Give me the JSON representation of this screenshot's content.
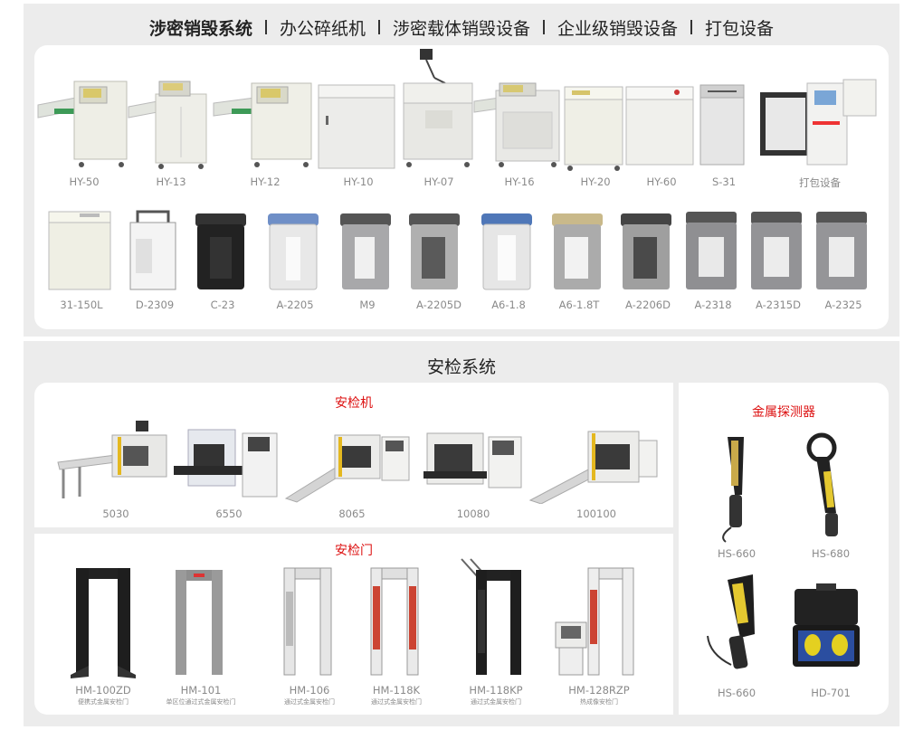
{
  "top_nav": {
    "items": [
      {
        "label": "涉密销毁系统",
        "active": true
      },
      {
        "label": "办公碎纸机",
        "active": false
      },
      {
        "label": "涉密载体销毁设备",
        "active": false
      },
      {
        "label": "企业级销毁设备",
        "active": false
      },
      {
        "label": "打包设备",
        "active": false
      }
    ]
  },
  "shredders": {
    "row1": [
      "HY-50",
      "HY-13",
      "HY-12",
      "HY-10",
      "HY-07",
      "HY-16",
      "HY-20",
      "HY-60",
      "S-31",
      "打包设备"
    ],
    "row2": [
      "31-150L",
      "D-2309",
      "C-23",
      "A-2205",
      "M9",
      "A-2205D",
      "A6-1.8",
      "A6-1.8T",
      "A-2206D",
      "A-2318",
      "A-2315D",
      "A-2325"
    ]
  },
  "security": {
    "title": "安检系统",
    "xray": {
      "title": "安检机",
      "items": [
        "5030",
        "6550",
        "8065",
        "10080",
        "100100"
      ]
    },
    "gate": {
      "title": "安检门",
      "items": [
        {
          "label": "HM-100ZD",
          "sub": "便携式金属安检门"
        },
        {
          "label": "HM-101",
          "sub": "单区位通过式金属安检门"
        },
        {
          "label": "HM-106",
          "sub": "通过式金属安检门"
        },
        {
          "label": "HM-118K",
          "sub": "通过式金属安检门"
        },
        {
          "label": "HM-118KP",
          "sub": "通过式金属安检门"
        },
        {
          "label": "HM-128RZP",
          "sub": "热成像安检门"
        }
      ]
    },
    "metal": {
      "title": "金属探测器",
      "items": [
        "HS-660",
        "HS-680",
        "HS-660",
        "HD-701"
      ]
    }
  },
  "colors": {
    "section_bg": "#ececec",
    "panel_bg": "#ffffff",
    "accent_red": "#dd1111",
    "label_gray": "#8a8a8a"
  }
}
